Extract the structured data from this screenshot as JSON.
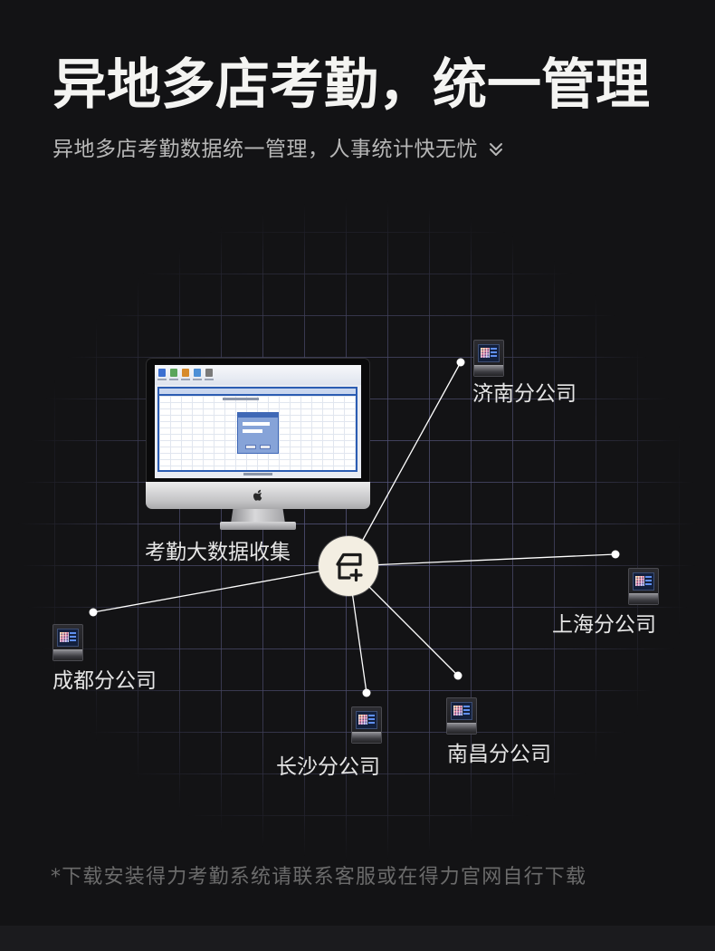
{
  "header": {
    "title": "异地多店考勤，统一管理",
    "subtitle": "异地多店考勤数据统一管理，人事统计快无忧"
  },
  "diagram": {
    "hub_label": "考勤大数据收集",
    "branches": [
      {
        "label": "济南分公司"
      },
      {
        "label": "上海分公司"
      },
      {
        "label": "成都分公司"
      },
      {
        "label": "长沙分公司"
      },
      {
        "label": "南昌分公司"
      }
    ]
  },
  "footer": {
    "note": "*下载安装得力考勤系统请联系客服或在得力官网自行下载"
  },
  "icons": {
    "subtitle_indicator": "chevron-double-down-icon",
    "hub": "store-plus-icon",
    "monitor_brand": "apple-logo-icon",
    "branch_device": "attendance-terminal-icon"
  },
  "colors": {
    "background": "#131315",
    "title": "#f4f4f2",
    "subtitle": "#b7b7b7",
    "label": "#e6e6e6",
    "footer": "#6b6b6b",
    "hub": "#f3eee2",
    "connector": "#ffffff",
    "grid": "#5b5b84",
    "strip": "#1b1b1e"
  }
}
